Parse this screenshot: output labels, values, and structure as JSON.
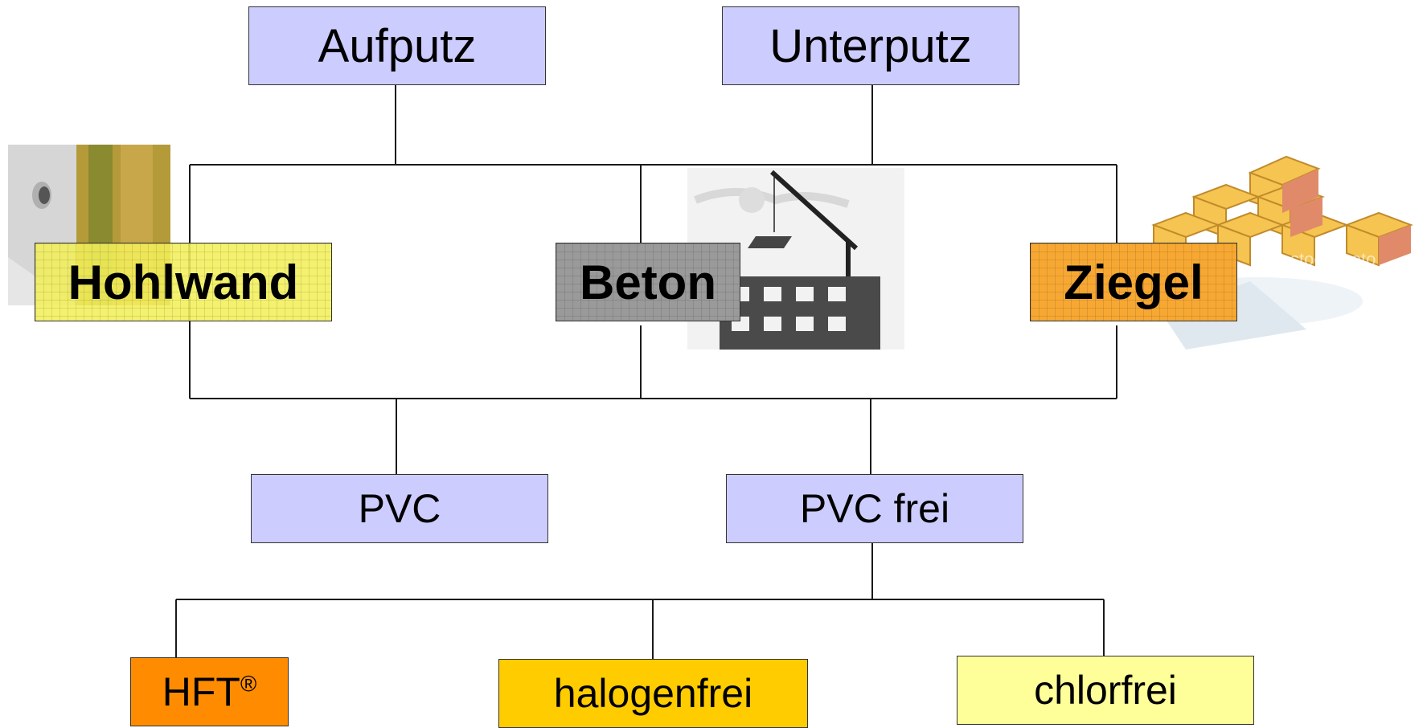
{
  "top": {
    "aufputz": "Aufputz",
    "unterputz": "Unterputz"
  },
  "walls": {
    "hohlwand": "Hohlwand",
    "beton": "Beton",
    "ziegel": "Ziegel"
  },
  "materials": {
    "pvc": "PVC",
    "pvc_frei": "PVC frei"
  },
  "variants": {
    "hft": "HFT",
    "hft_mark": "®",
    "halogenfrei": "halogenfrei",
    "chlorfrei": "chlorfrei"
  },
  "watermark": "stockphoto",
  "colors": {
    "lavender": "#ccccff",
    "hohlwand": "#f2ef5a",
    "beton": "#9a9a9a",
    "ziegel": "#f7a833",
    "hft": "#ff8c00",
    "halogenfrei": "#ffcc00",
    "chlorfrei": "#ffff99"
  }
}
